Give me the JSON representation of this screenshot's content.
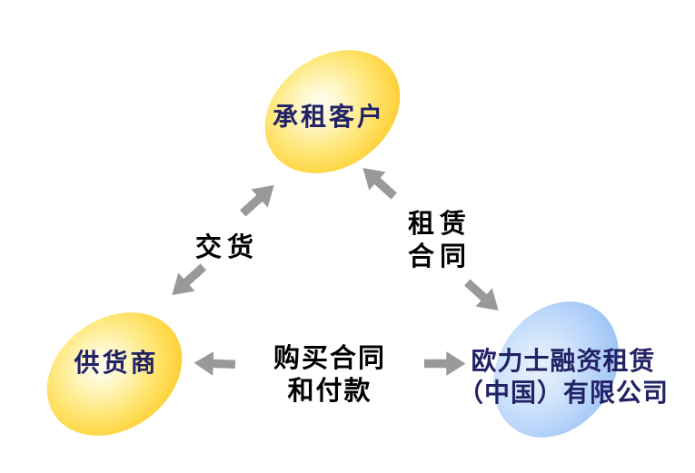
{
  "diagram": {
    "nodes": [
      {
        "id": "customer",
        "label": "承租客户",
        "shape": "ellipse",
        "fill_style": "yellow-gradient"
      },
      {
        "id": "supplier",
        "label": "供货商",
        "shape": "ellipse",
        "fill_style": "yellow-gradient"
      },
      {
        "id": "orix",
        "label_lines": [
          "欧力士融资租赁",
          "（中国）有限公司"
        ],
        "shape": "ellipse",
        "fill_style": "blue-gradient"
      }
    ],
    "edges": [
      {
        "id": "delivery",
        "label": "交货",
        "between": [
          "supplier",
          "customer"
        ],
        "direction": "bidirectional"
      },
      {
        "id": "lease-contract",
        "label_lines": [
          "租赁",
          "合同"
        ],
        "between": [
          "customer",
          "orix"
        ],
        "direction": "bidirectional"
      },
      {
        "id": "purchase-and-payment",
        "label_lines": [
          "购买合同",
          "和付款"
        ],
        "between": [
          "supplier",
          "orix"
        ],
        "direction": "bidirectional"
      }
    ],
    "colors": {
      "background": "#ffffff",
      "arrow": "#999999",
      "node_text": "#222266",
      "edge_text": "#000000",
      "yellow_edge": "#edba16",
      "yellow_center": "#fffef5",
      "blue_edge": "#8ab6f2",
      "blue_center": "#e8f1fd"
    }
  }
}
